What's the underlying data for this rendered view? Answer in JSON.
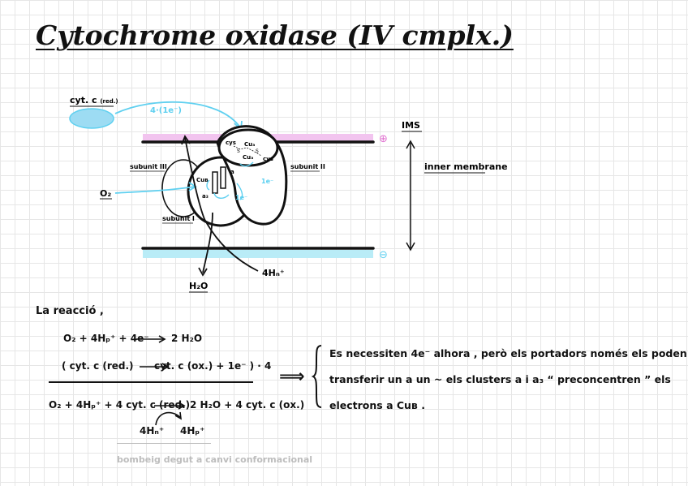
{
  "page": {
    "title": "Cytochrome oxidase (IV cmplx.)"
  },
  "diagram": {
    "cytc_label": "cyt. c",
    "cytc_sub": "(red.)",
    "electron_label": "4·(1e⁻)",
    "ims_label": "IMS",
    "inner_membrane_label": "inner membrane",
    "plus_sign": "⊕",
    "minus_sign": "⊖",
    "subunit3_label": "subunit III",
    "subunit2_label": "subunit II",
    "subunit1_label": "subunit I",
    "o2_label": "O₂",
    "h2o_label": "H₂O",
    "h_in_label": "4Hₙ⁺",
    "cys_left": "cys",
    "cys_right": "cys",
    "s_left": "S",
    "s_right": "S",
    "cua_top": "Cuₐ",
    "cua_bottom": "Cuₐ",
    "cub_label": "Cuʙ",
    "a3_label": "a₃",
    "a_label": "a",
    "e_right": "1e⁻",
    "e_low": "1e⁻"
  },
  "reaction": {
    "heading": "La reacció ,",
    "line1_left": "O₂ + 4Hₚ⁺ + 4e⁻",
    "line1_right": "2 H₂O",
    "line2_left": "( cyt. c (red.)",
    "line2_right": "cyt. c (ox.) + 1e⁻ ) · 4",
    "line3_left": "O₂ + 4Hₚ⁺ + 4 cyt. c (red.)",
    "line3_right": "2 H₂O + 4 cyt. c (ox.)",
    "h_in": "4Hₙ⁺",
    "h_p": "4Hₚ⁺",
    "note": "bombeig degut a canvi conformacional",
    "implies": "⟹",
    "explanation_line1": "Es necessiten 4e⁻ alhora , però els portadors només els poden",
    "explanation_line2": "transferir un a un ~ els clusters a i a₃ “ preconcentren ” els",
    "explanation_line3": "electrons a Cuʙ ."
  },
  "colors": {
    "ims_band": "#f2c4ef",
    "matrix_band": "#b9ecf7",
    "electron": "#5fd0f0",
    "cytc_fill": "#9ddcf3",
    "plus_minus": "#e070d0",
    "note_gray": "#bdbdbd"
  }
}
